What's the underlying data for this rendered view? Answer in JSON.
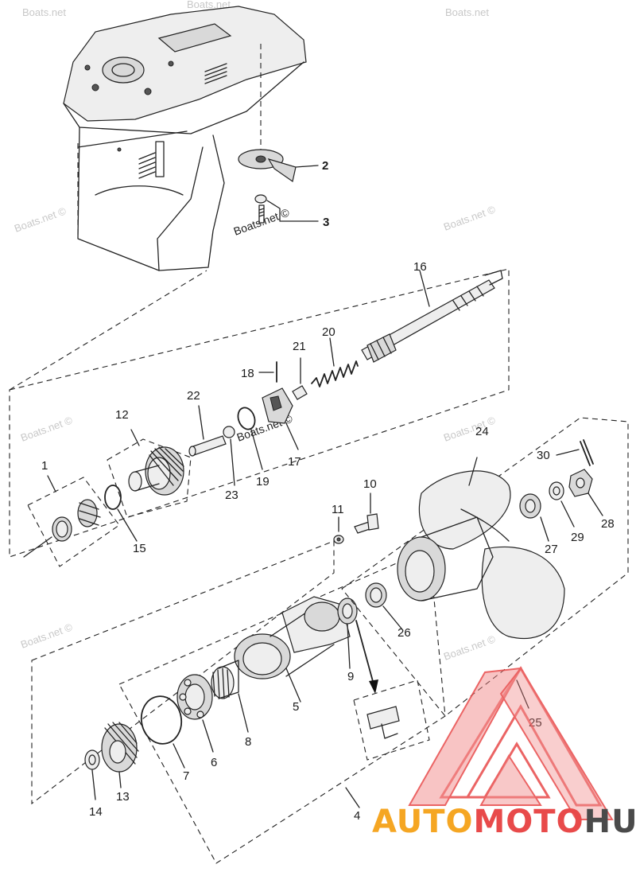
{
  "watermark": {
    "text": "Boats.net ©",
    "corner_text": "Boats.net"
  },
  "callouts": [
    {
      "id": "1",
      "text": "1"
    },
    {
      "id": "2",
      "text": "2"
    },
    {
      "id": "3",
      "text": "3"
    },
    {
      "id": "4",
      "text": "4"
    },
    {
      "id": "5",
      "text": "5"
    },
    {
      "id": "6",
      "text": "6"
    },
    {
      "id": "7",
      "text": "7"
    },
    {
      "id": "8",
      "text": "8"
    },
    {
      "id": "9",
      "text": "9"
    },
    {
      "id": "10",
      "text": "10"
    },
    {
      "id": "11",
      "text": "11"
    },
    {
      "id": "12",
      "text": "12"
    },
    {
      "id": "13",
      "text": "13"
    },
    {
      "id": "14",
      "text": "14"
    },
    {
      "id": "15",
      "text": "15"
    },
    {
      "id": "16",
      "text": "16"
    },
    {
      "id": "17",
      "text": "17"
    },
    {
      "id": "18",
      "text": "18"
    },
    {
      "id": "19",
      "text": "19"
    },
    {
      "id": "20",
      "text": "20"
    },
    {
      "id": "21",
      "text": "21"
    },
    {
      "id": "22",
      "text": "22"
    },
    {
      "id": "23",
      "text": "23"
    },
    {
      "id": "24",
      "text": "24"
    },
    {
      "id": "25",
      "text": "25"
    },
    {
      "id": "26",
      "text": "26"
    },
    {
      "id": "27",
      "text": "27"
    },
    {
      "id": "28",
      "text": "28"
    },
    {
      "id": "29",
      "text": "29"
    },
    {
      "id": "30",
      "text": "30"
    }
  ],
  "logo": {
    "part1": "AUTO",
    "part2": "MOTO",
    "part3": "HUB",
    "color_orange": "#f5a623",
    "color_red": "#e84a4a",
    "color_gray": "#4a4a4a",
    "mark_color": "#e84a4a"
  }
}
